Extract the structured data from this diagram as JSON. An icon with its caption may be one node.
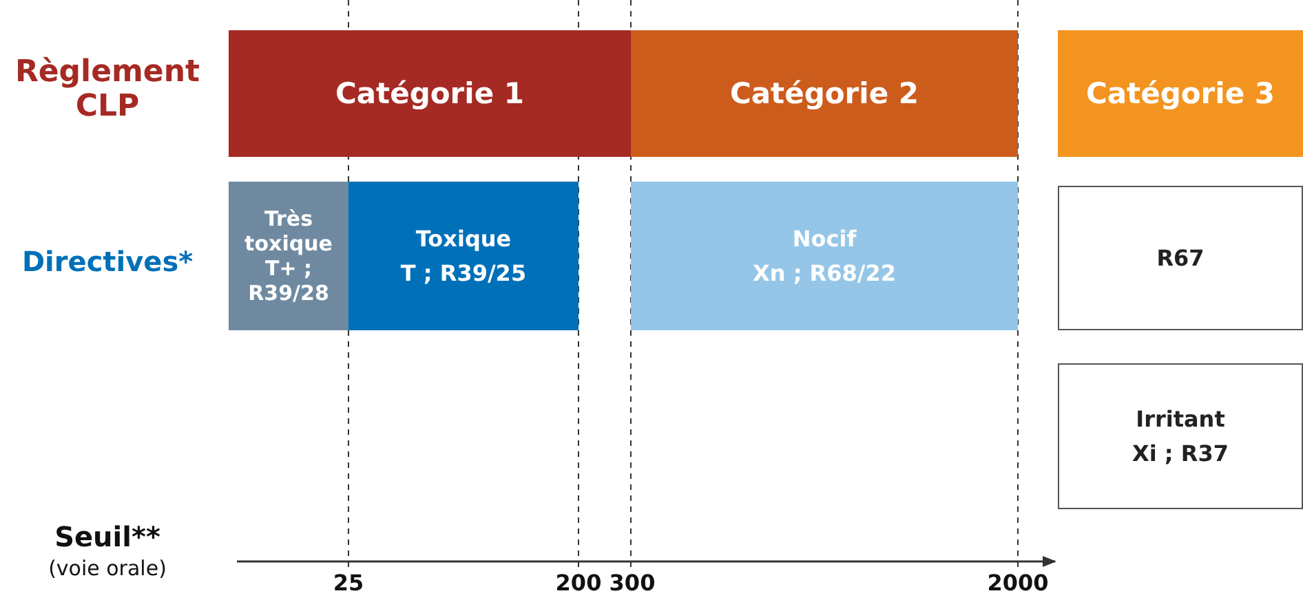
{
  "diagram": {
    "nodes": [
      {
        "text": [
          "Catégorie 1"
        ]
      },
      {
        "text": [
          "Catégorie 2"
        ]
      },
      {
        "text": [
          "Catégorie 3"
        ]
      },
      {
        "text": [
          "Très toxique T+ ; R39/28"
        ]
      },
      {
        "text": [
          "Toxique",
          "T ; R39/25"
        ]
      },
      {
        "text": [
          "Nocif",
          "Xn ; R68/22"
        ]
      },
      {
        "text": [
          "R67"
        ]
      },
      {
        "text": [
          "Irritant",
          "Xi ; R37"
        ]
      }
    ],
    "labels": [
      "Règlement CLP",
      "Directives*",
      "Seuil**",
      "(voie orale)",
      "25",
      "200",
      "300",
      "2000"
    ]
  }
}
